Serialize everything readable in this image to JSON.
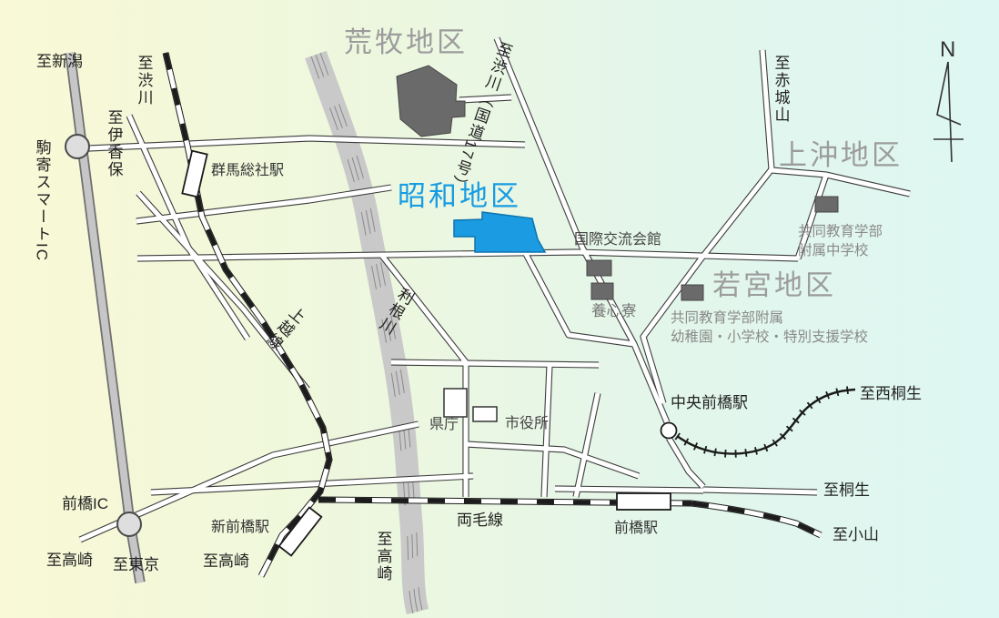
{
  "districts": {
    "aramaki": "荒牧地区",
    "showa": "昭和地区",
    "kamioki": "上沖地区",
    "wakamiya": "若宮地区"
  },
  "stations": {
    "gunma_soja": "群馬総社駅",
    "shin_maebashi": "新前橋駅",
    "maebashi": "前橋駅",
    "chuo_maebashi": "中央前橋駅"
  },
  "facilities": {
    "kokusai": "国際交流会館",
    "yoshinryo": "養心寮",
    "kencho": "県庁",
    "shiyakusho": "市役所",
    "fuzoku_chugakko_line1": "共同教育学部",
    "fuzoku_chugakko_line2": "附属中学校",
    "fuzoku_fuyo_line1": "共同教育学部附属",
    "fuzoku_fuyo_line2": "幼稚園・小学校・特別支援学校"
  },
  "directions": {
    "to_niigata": "至新潟",
    "to_shibukawa_rail": "至渋川",
    "to_ikaho": "至伊香保",
    "to_shibukawa_route17": "至渋川（国道17号）",
    "to_akagiyama": "至赤城山",
    "to_nishikiryu": "至西桐生",
    "to_kiryu": "至桐生",
    "to_oyama": "至小山",
    "to_takasaki_expressway": "至高崎",
    "to_tokyo": "至東京",
    "to_takasaki_joetsu": "至高崎",
    "to_takasaki_river": "至高崎"
  },
  "interchanges": {
    "komayose": "駒寄スマートIC",
    "maebashi_ic": "前橋IC"
  },
  "railways": {
    "joetsu": "上越線",
    "ryomo": "両毛線"
  },
  "river": {
    "tonegawa": "利根川"
  },
  "compass": {
    "north": "N"
  },
  "colors": {
    "showa_blue": "#1b9be1",
    "district_gray": "#9c9c9c",
    "building_gray": "#6a6a6a",
    "river_gray": "#c9c9c9",
    "bg_left": "#f9f9d5",
    "bg_right": "#def7f2"
  }
}
